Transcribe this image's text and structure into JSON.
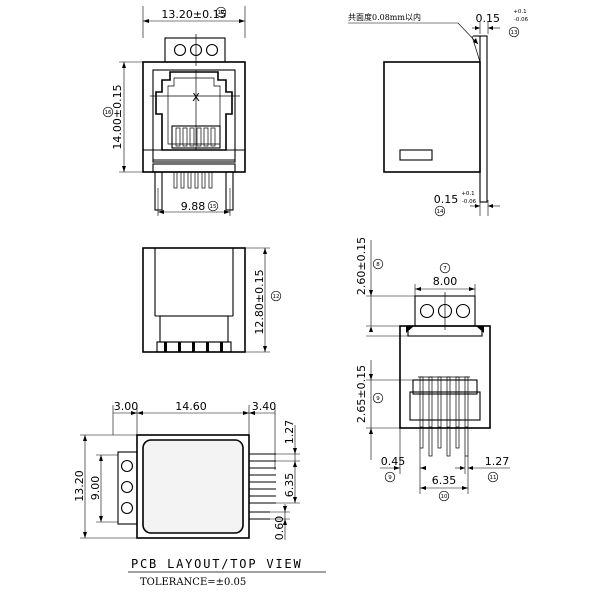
{
  "dims": {
    "front_width": "13.20±0.15",
    "front_height": "14.00±0.15",
    "pin_span": "9.88",
    "side_note": "共面度0.08mm以内",
    "side_top": "0.15",
    "side_top_plus": "+0.1",
    "side_top_minus": "-0.06",
    "side_bottom": "0.15",
    "side_bottom_plus": "+0.1",
    "side_bottom_minus": "-0.06",
    "back_height": "12.80±0.15",
    "bottom_top_height": "2.60±0.15",
    "bottom_width": "8.00",
    "bottom_height": "2.65±0.15",
    "bottom_left_off": "0.45",
    "bottom_right_off": "1.27",
    "bottom_pin_span": "6.35",
    "pcb_left": "3.00",
    "pcb_mid": "14.60",
    "pcb_right": "3.40",
    "pcb_pitch": "1.27",
    "pcb_height_outer": "13.20",
    "pcb_height_inner": "9.00",
    "pcb_pin_span": "6.35",
    "pcb_offset": "0.60"
  },
  "balloons": {
    "b1": "17",
    "b2": "16",
    "b3": "15",
    "b4": "14",
    "b5": "12",
    "b6": "13",
    "b7": "7",
    "b8": "8",
    "b9": "9",
    "b10": "10",
    "b11": "11"
  },
  "center_mark": "X",
  "title": "PCB LAYOUT/TOP VIEW",
  "tolerance": "TOLERANCE=±0.05"
}
